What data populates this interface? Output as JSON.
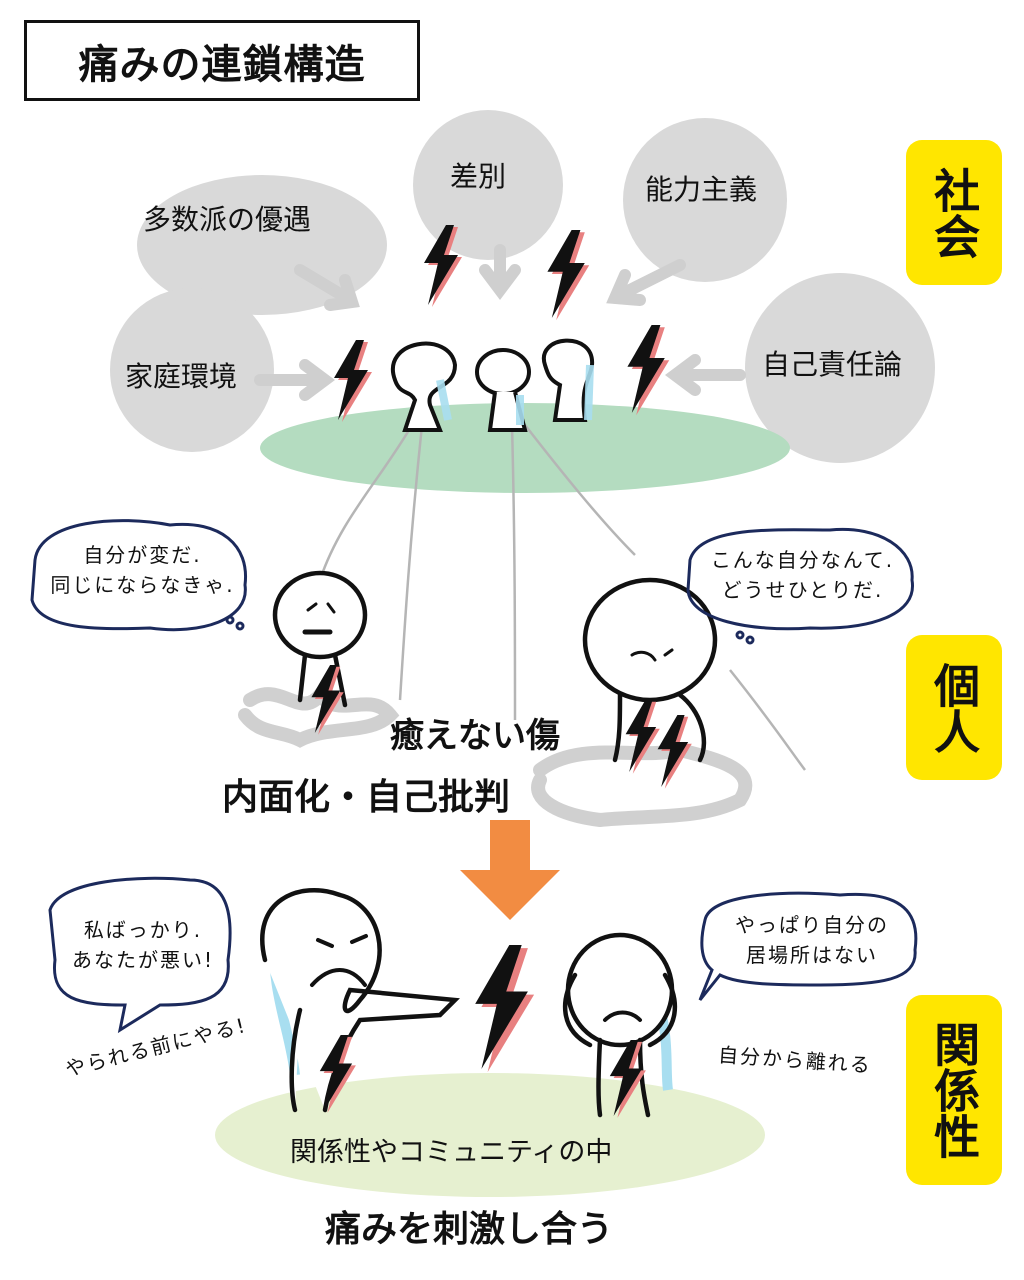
{
  "title": "痛みの連鎖構造",
  "sections": {
    "society": "社会",
    "individual": "個人",
    "relationship": "関係性"
  },
  "society_factors": {
    "discrimination": "差別",
    "ableism": "能力主義",
    "majority_privilege": "多数派の優遇",
    "family_environment": "家庭環境",
    "self_responsibility": "自己責任論"
  },
  "individual": {
    "thought_left_line1": "自分が変だ.",
    "thought_left_line2": "同じにならなきゃ.",
    "thought_right_line1": "こんな自分なんて.",
    "thought_right_line2": "どうせひとりだ.",
    "unhealed_wound": "癒えない傷",
    "internalization": "内面化・自己批判"
  },
  "relationship": {
    "speech_left_line1": "私ばっかり.",
    "speech_left_line2": "あなたが悪い!",
    "attack_first": "やられる前にやる!",
    "speech_right_line1": "やっぱり自分の",
    "speech_right_line2": "居場所はない",
    "withdraw": "自分から離れる",
    "community": "関係性やコミュニティの中",
    "stimulate_pain": "痛みを刺激し合う"
  },
  "colors": {
    "label_bg": "#ffe600",
    "arrow": "#f28c42",
    "society_ground": "#b4dcc0",
    "community_ground": "#e6f0d0",
    "blob": "#d9d9d9",
    "bolt_shadow": "#e88080",
    "tears": "#a8def0"
  }
}
